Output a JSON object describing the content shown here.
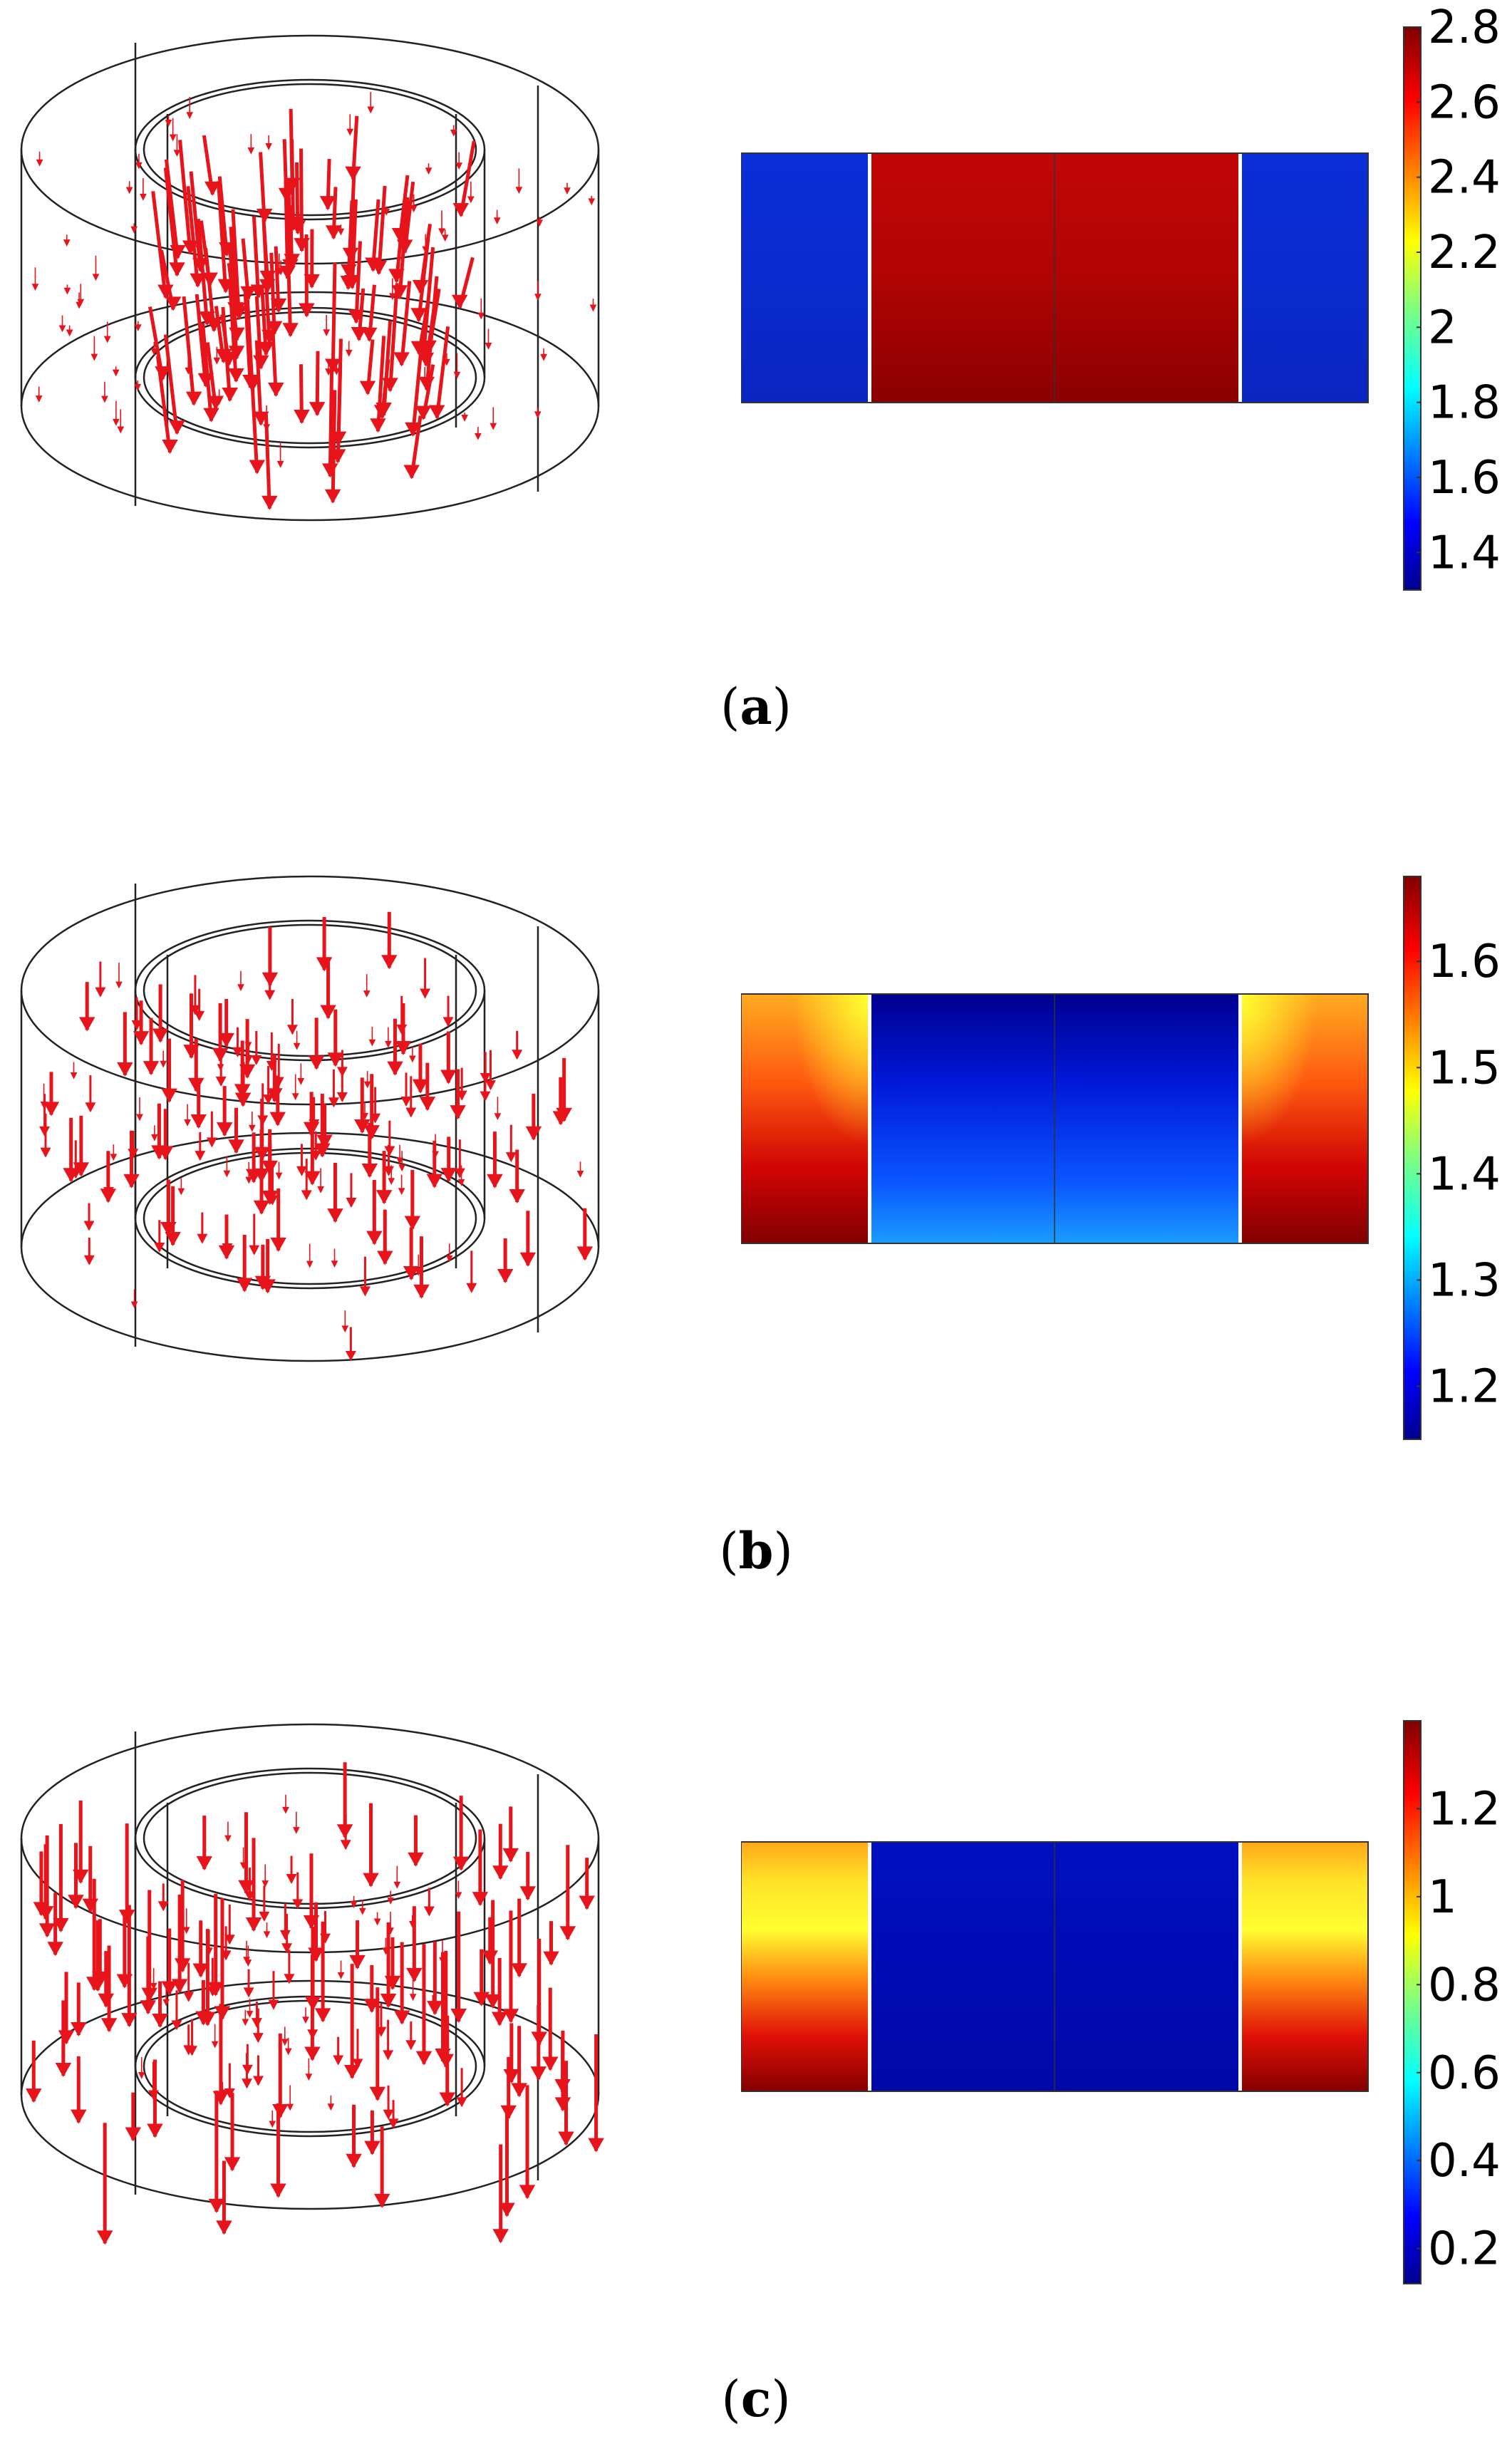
{
  "panels": [
    {
      "id": "a",
      "caption": "a",
      "colorbar": {
        "min": 1.3,
        "max": 2.8,
        "ticks": [
          "2.8",
          "2.6",
          "2.4",
          "2.2",
          "2",
          "1.8",
          "1.6",
          "1.4"
        ]
      }
    },
    {
      "id": "b",
      "caption": "b",
      "colorbar": {
        "min": 1.15,
        "max": 1.68,
        "ticks": [
          "1.6",
          "1.5",
          "1.4",
          "1.3",
          "1.2"
        ]
      }
    },
    {
      "id": "c",
      "caption": "c",
      "colorbar": {
        "min": 0.12,
        "max": 1.4,
        "ticks": [
          "1.2",
          "1",
          "0.8",
          "0.6",
          "0.4",
          "0.2"
        ]
      }
    }
  ],
  "colors": {
    "arrow": "#e8141b",
    "outline": "#222222"
  }
}
